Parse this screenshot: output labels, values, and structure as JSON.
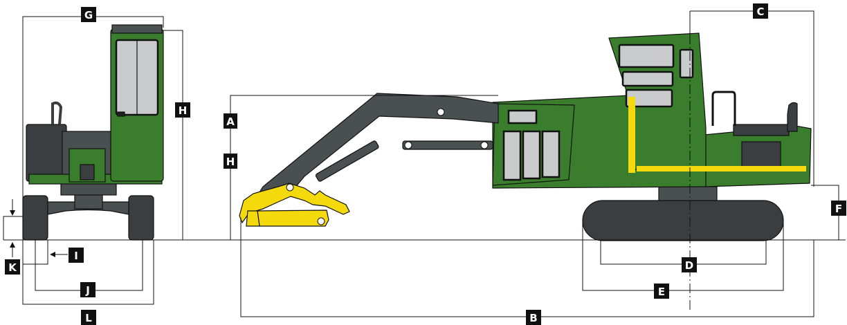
{
  "labels": {
    "A": "A",
    "B": "B",
    "C": "C",
    "D": "D",
    "E": "E",
    "F": "F",
    "G": "G",
    "H": "H",
    "H2": "H",
    "I": "I",
    "J": "J",
    "K": "K",
    "L": "L"
  },
  "colors": {
    "machine_green": "#3a7d2c",
    "boom_grey": "#4a4f52",
    "attachment_yellow": "#f4d90c",
    "label_box": "#111111"
  }
}
